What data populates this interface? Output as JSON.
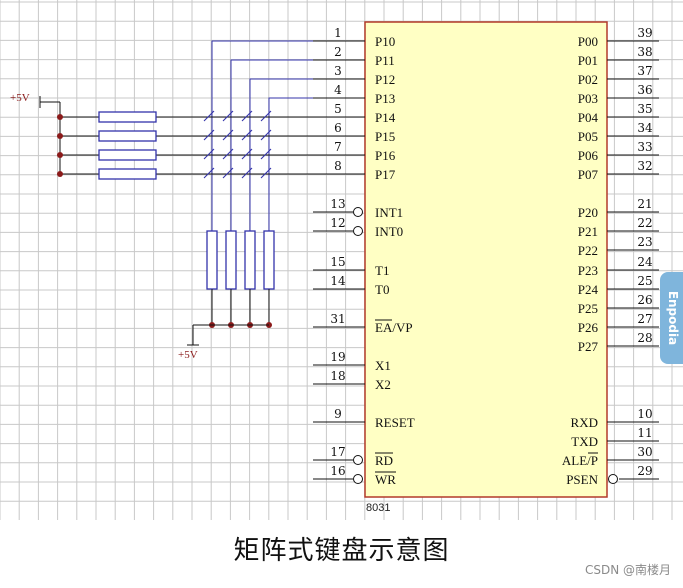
{
  "chip": {
    "name": "8031",
    "left_pins": [
      {
        "num": "1",
        "label": "P10"
      },
      {
        "num": "2",
        "label": "P11"
      },
      {
        "num": "3",
        "label": "P12"
      },
      {
        "num": "4",
        "label": "P13"
      },
      {
        "num": "5",
        "label": "P14"
      },
      {
        "num": "6",
        "label": "P15"
      },
      {
        "num": "7",
        "label": "P16"
      },
      {
        "num": "8",
        "label": "P17"
      },
      {
        "num": "13",
        "label": "INT1"
      },
      {
        "num": "12",
        "label": "INT0"
      },
      {
        "num": "15",
        "label": "T1"
      },
      {
        "num": "14",
        "label": "T0"
      },
      {
        "num": "31",
        "label": "EA/VP"
      },
      {
        "num": "19",
        "label": "X1"
      },
      {
        "num": "18",
        "label": "X2"
      },
      {
        "num": "9",
        "label": "RESET"
      },
      {
        "num": "17",
        "label": "RD"
      },
      {
        "num": "16",
        "label": "WR"
      }
    ],
    "right_pins": [
      {
        "num": "39",
        "label": "P00"
      },
      {
        "num": "38",
        "label": "P01"
      },
      {
        "num": "37",
        "label": "P02"
      },
      {
        "num": "36",
        "label": "P03"
      },
      {
        "num": "35",
        "label": "P04"
      },
      {
        "num": "34",
        "label": "P05"
      },
      {
        "num": "33",
        "label": "P06"
      },
      {
        "num": "32",
        "label": "P07"
      },
      {
        "num": "21",
        "label": "P20"
      },
      {
        "num": "22",
        "label": "P21"
      },
      {
        "num": "23",
        "label": "P22"
      },
      {
        "num": "24",
        "label": "P23"
      },
      {
        "num": "25",
        "label": "P24"
      },
      {
        "num": "26",
        "label": "P25"
      },
      {
        "num": "27",
        "label": "P26"
      },
      {
        "num": "28",
        "label": "P27"
      },
      {
        "num": "10",
        "label": "RXD"
      },
      {
        "num": "11",
        "label": "TXD"
      },
      {
        "num": "30",
        "label": "ALE/P"
      },
      {
        "num": "29",
        "label": "PSEN"
      }
    ]
  },
  "power_labels": {
    "top": "+5V",
    "bottom": "+5V"
  },
  "caption": "矩阵式键盘示意图",
  "watermark": "CSDN @南楼月",
  "side_tab": "Enpodia",
  "colors": {
    "chip_fill": "#ffffc4",
    "chip_border": "#b23a2a",
    "wire_blue": "#3333aa",
    "grid": "#c8c8c8",
    "node_red": "#8b1a1a"
  }
}
